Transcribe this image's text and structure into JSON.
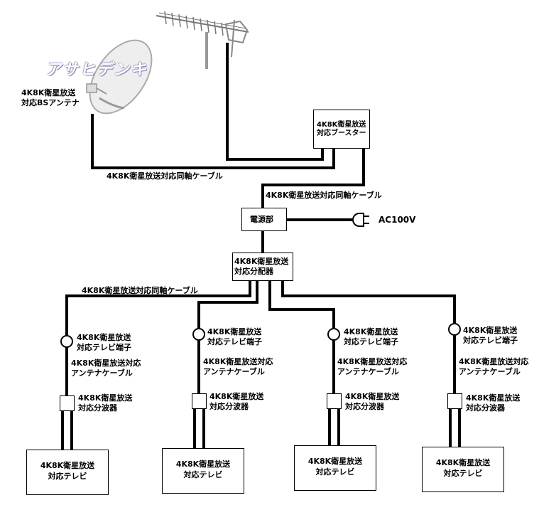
{
  "logo_text": "アサヒデンキ",
  "labels": {
    "bs_antenna_1": "4K8K衛星放送",
    "bs_antenna_2": "対応BSアンテナ",
    "booster_1": "4K8K衛星放送",
    "booster_2": "対応ブースター",
    "cable_top": "4K8K衛星放送対応同軸ケーブル",
    "cable_mid": "4K8K衛星放送対応同軸ケーブル",
    "power_unit": "電源部",
    "ac": "AC100V",
    "distributor_1": "4K8K衛星放送",
    "distributor_2": "対応分配器",
    "cable_branch": "4K8K衛星放送対応同軸ケーブル"
  },
  "branches": [
    {
      "terminal_1": "4K8K衛星放送",
      "terminal_2": "対応テレビ端子",
      "cable_1": "4K8K衛星放送対応",
      "cable_2": "アンテナケーブル",
      "splitter_1": "4K8K衛星放送",
      "splitter_2": "対応分波器",
      "tv_1": "4K8K衛星放送",
      "tv_2": "対応テレビ"
    },
    {
      "terminal_1": "4K8K衛星放送",
      "terminal_2": "対応テレビ端子",
      "cable_1": "4K8K衛星放送対応",
      "cable_2": "アンテナケーブル",
      "splitter_1": "4K8K衛星放送",
      "splitter_2": "対応分波器",
      "tv_1": "4K8K衛星放送",
      "tv_2": "対応テレビ"
    },
    {
      "terminal_1": "4K8K衛星放送",
      "terminal_2": "対応テレビ端子",
      "cable_1": "4K8K衛星放送対応",
      "cable_2": "アンテナケーブル",
      "splitter_1": "4K8K衛星放送",
      "splitter_2": "対応分波器",
      "tv_1": "4K8K衛星放送",
      "tv_2": "対応テレビ"
    },
    {
      "terminal_1": "4K8K衛星放送",
      "terminal_2": "対応テレビ端子",
      "cable_1": "4K8K衛星放送対応",
      "cable_2": "アンテナケーブル",
      "splitter_1": "4K8K衛星放送",
      "splitter_2": "対応分波器",
      "tv_1": "4K8K衛星放送",
      "tv_2": "対応テレビ"
    }
  ]
}
